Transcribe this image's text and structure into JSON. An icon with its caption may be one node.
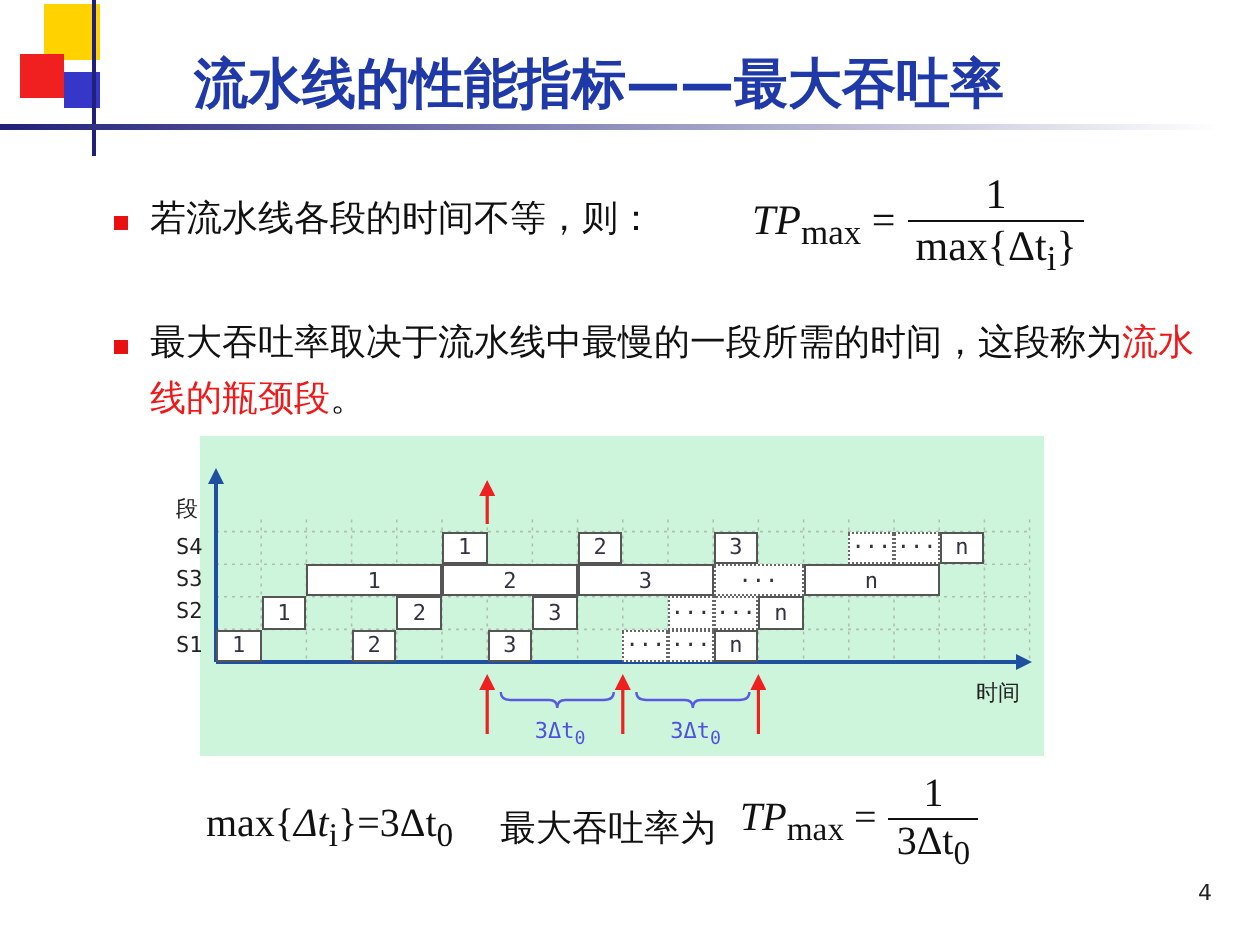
{
  "diagram": {
    "title": "流水线的性能指标——最大吞吐率",
    "nodes": [
      {
        "text": [
          "1"
        ]
      },
      {
        "text": [
          "2"
        ]
      },
      {
        "text": [
          "3"
        ]
      },
      {
        "text": [
          "···"
        ]
      },
      {
        "text": [
          "···"
        ]
      },
      {
        "text": [
          "n"
        ]
      },
      {
        "text": [
          "1"
        ]
      },
      {
        "text": [
          "2"
        ]
      },
      {
        "text": [
          "3"
        ]
      },
      {
        "text": [
          "···"
        ]
      },
      {
        "text": [
          "n"
        ]
      },
      {
        "text": [
          "1"
        ]
      },
      {
        "text": [
          "2"
        ]
      },
      {
        "text": [
          "3"
        ]
      },
      {
        "text": [
          "···"
        ]
      },
      {
        "text": [
          "···"
        ]
      },
      {
        "text": [
          "n"
        ]
      },
      {
        "text": [
          "1"
        ]
      },
      {
        "text": [
          "2"
        ]
      },
      {
        "text": [
          "3"
        ]
      },
      {
        "text": [
          "···"
        ]
      },
      {
        "text": [
          "···"
        ]
      },
      {
        "text": [
          "n"
        ]
      }
    ],
    "labels": [
      "若流水线各段的时间不等，则：",
      "*TP*$_{max}$ =",
      "1",
      "max{Δt$_{i}$}",
      "最大吞吐率取决于流水线中最慢的一段所需的时间，这段称为",
      "流水线的瓶颈段",
      "。",
      "段",
      "S4",
      "S3",
      "S2",
      "S1",
      "时间",
      "3Δt$_{0}$",
      "3Δt$_{0}$",
      "max{*Δt*$_{i}$}=3Δt$_{0}$",
      "最大吞吐率为",
      "*TP*$_{max}$ =",
      "1",
      "3Δt$_{0}$",
      "4"
    ]
  }
}
